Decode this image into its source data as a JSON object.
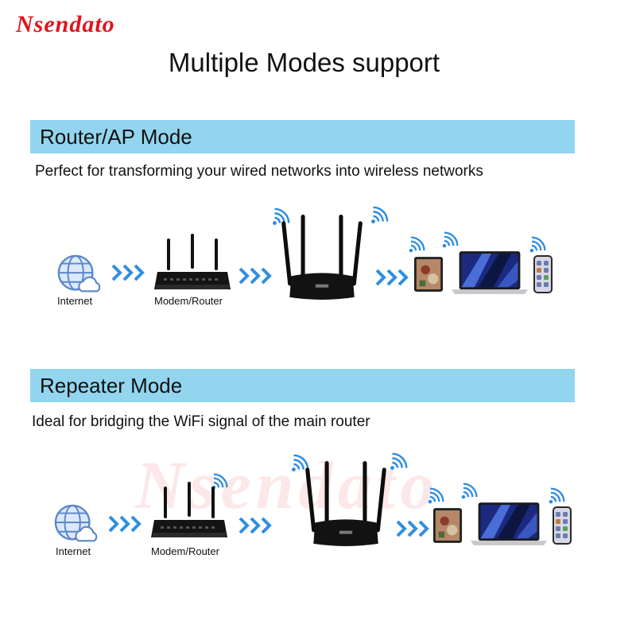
{
  "brand": "Nsendato",
  "title": "Multiple Modes support",
  "watermark": "Nsendato",
  "sections": [
    {
      "heading": "Router/AP Mode",
      "description": "Perfect for transforming your wired networks into wireless networks",
      "internet_label": "Internet",
      "modem_label": "Modem/Router"
    },
    {
      "heading": "Repeater Mode",
      "description": "Ideal for bridging the WiFi signal of the main router",
      "internet_label": "Internet",
      "modem_label": "Modem/Router"
    }
  ],
  "colors": {
    "brand": "#e0141b",
    "bar": "#93d5ee",
    "arrow": "#2f8fe0",
    "wifi": "#2b8be0"
  },
  "icons": [
    "globe-cloud-icon",
    "wifi-icon",
    "arrows-icon",
    "router-icon",
    "tablet-icon",
    "laptop-icon",
    "phone-icon"
  ]
}
